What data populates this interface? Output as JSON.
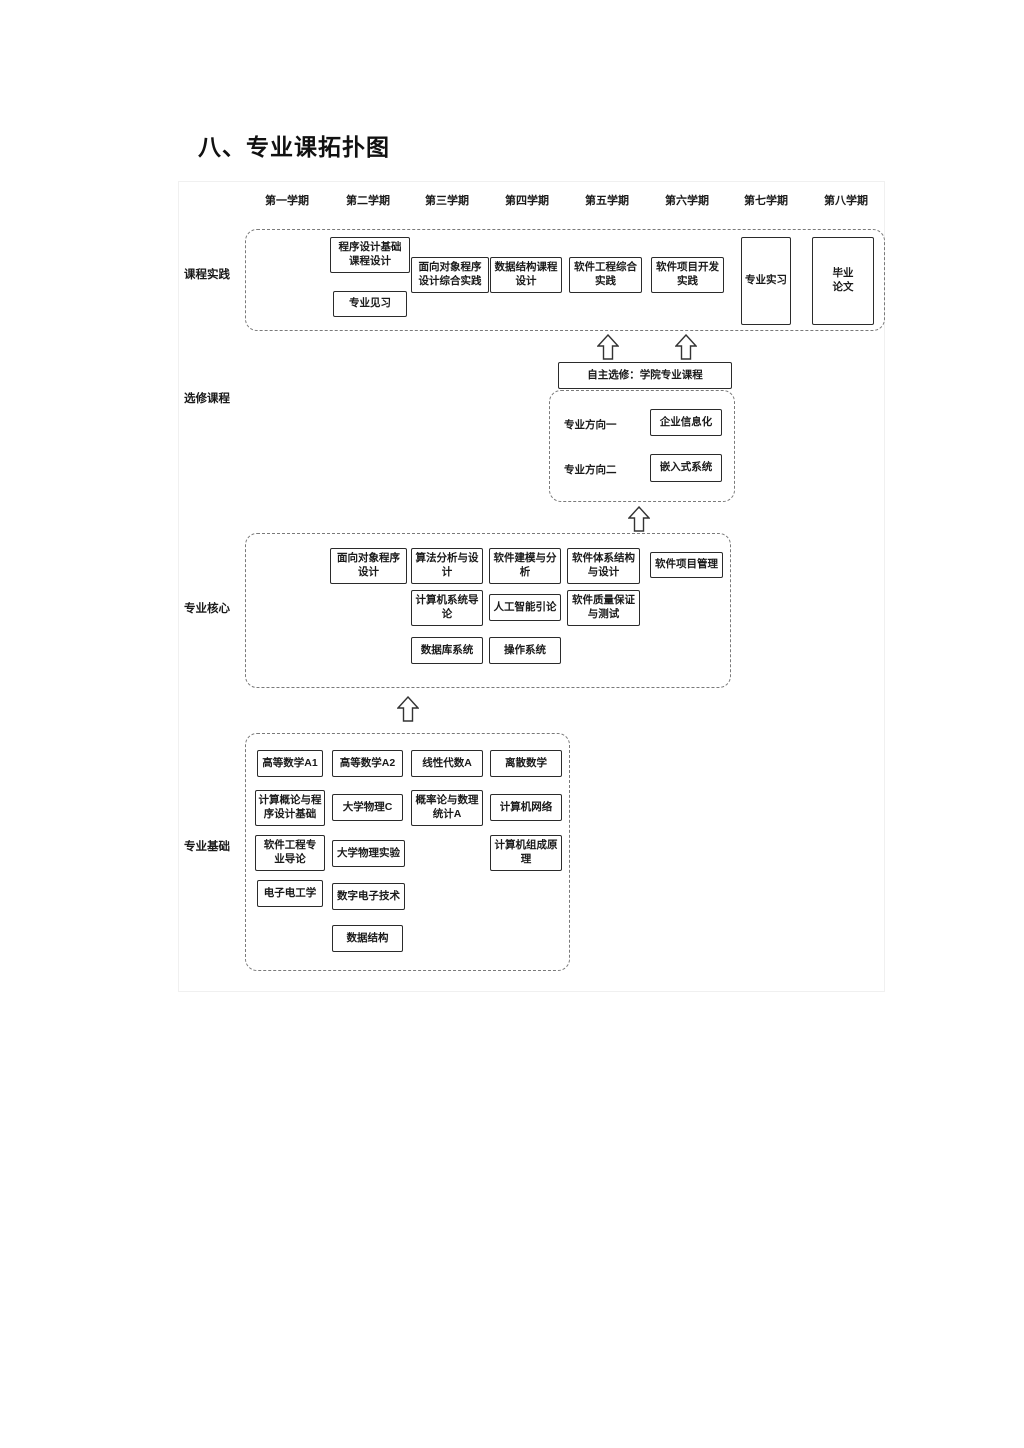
{
  "page": {
    "title": "八、专业课拓扑图"
  },
  "semesters": [
    "第一学期",
    "第二学期",
    "第三学期",
    "第四学期",
    "第五学期",
    "第六学期",
    "第七学期",
    "第八学期"
  ],
  "rows": {
    "practice": "课程实践",
    "elective": "选修课程",
    "core": "专业核心",
    "foundation": "专业基础"
  },
  "practice": {
    "items": [
      "程序设计基础\n课程设计",
      "专业见习",
      "面向对象程序\n设计综合实践",
      "数据结构课程\n设计",
      "软件工程综合\n实践",
      "软件项目开发\n实践",
      "专业实习",
      "毕业\n论文"
    ]
  },
  "elective": {
    "header": "自主选修：学院专业课程",
    "directions": [
      {
        "label": "专业方向一",
        "course": "企业信息化"
      },
      {
        "label": "专业方向二",
        "course": "嵌入式系统"
      }
    ]
  },
  "core": {
    "items": [
      "面向对象程序\n设计",
      "算法分析与设\n计",
      "软件建模与分\n析",
      "软件体系结构\n与设计",
      "软件项目管理",
      "计算机系统导\n论",
      "人工智能引论",
      "软件质量保证\n与测试",
      "数据库系统",
      "操作系统"
    ]
  },
  "foundation": {
    "items": [
      "高等数学A1",
      "高等数学A2",
      "线性代数A",
      "离散数学",
      "计算概论与程\n序设计基础",
      "大学物理C",
      "概率论与数理\n统计A",
      "计算机网络",
      "软件工程专\n业导论",
      "大学物理实验",
      "计算机组成原\n理",
      "电子电工学",
      "数字电子技术",
      "数据结构"
    ]
  }
}
